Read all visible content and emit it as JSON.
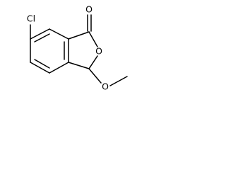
{
  "molecule": {
    "atoms": {
      "chlorine": "Cl",
      "carbonyl_oxygen": "O",
      "ring_oxygen": "O",
      "methoxy_oxygen": "O"
    }
  }
}
